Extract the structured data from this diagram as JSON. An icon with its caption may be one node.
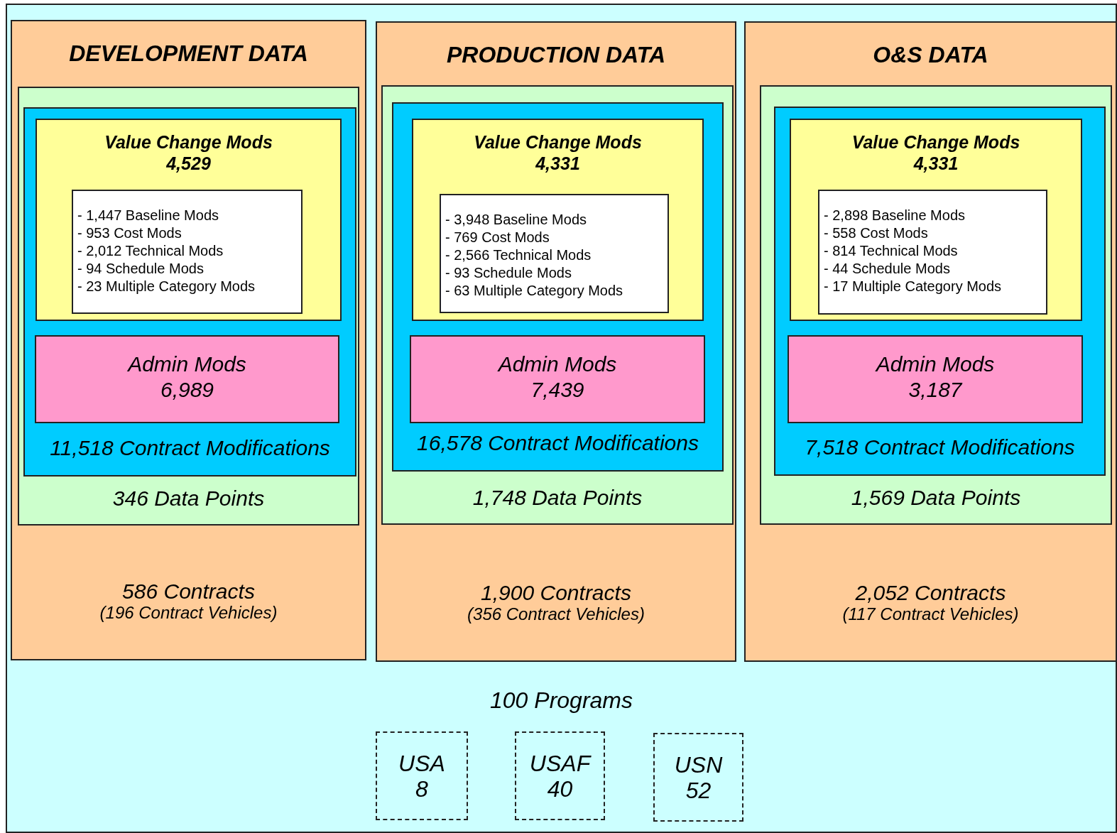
{
  "diagram": {
    "nodes": [
      {
        "text": [
          "100 Programs"
        ]
      },
      {
        "text": [
          "DEVELOPMENT DATA",
          "586 Contracts",
          "(196 Contract Vehicles)"
        ],
        "in": 0
      },
      {
        "text": [
          "346 Data Points"
        ],
        "in": 1
      },
      {
        "text": [
          "11,518 Contract Modifications"
        ],
        "in": 2
      },
      {
        "text": [
          "Value Change Mods",
          "4,529"
        ],
        "in": 3
      },
      {
        "text": [
          "- 1,447 Baseline Mods",
          "- 953 Cost Mods",
          "- 2,012 Technical Mods",
          "- 94 Schedule Mods",
          "- 23 Multiple Category Mods"
        ],
        "in": 4
      },
      {
        "text": [
          "Admin Mods",
          "6,989"
        ],
        "in": 3
      },
      {
        "text": [
          "PRODUCTION DATA",
          "1,900 Contracts",
          "(356 Contract Vehicles)"
        ],
        "in": 0
      },
      {
        "text": [
          "1,748 Data Points"
        ],
        "in": 7
      },
      {
        "text": [
          "16,578 Contract Modifications"
        ],
        "in": 8
      },
      {
        "text": [
          "Value Change Mods",
          "4,331"
        ],
        "in": 9
      },
      {
        "text": [
          "- 3,948 Baseline Mods",
          "- 769 Cost Mods",
          "- 2,566 Technical Mods",
          "- 93 Schedule Mods",
          "- 63 Multiple Category Mods"
        ],
        "in": 10
      },
      {
        "text": [
          "Admin Mods",
          "7,439"
        ],
        "in": 9
      },
      {
        "text": [
          "O&S DATA",
          "2,052 Contracts",
          "(117 Contract Vehicles)"
        ],
        "in": 0
      },
      {
        "text": [
          "1,569 Data Points"
        ],
        "in": 13
      },
      {
        "text": [
          "7,518 Contract Modifications"
        ],
        "in": 14
      },
      {
        "text": [
          "Value Change Mods",
          "4,331"
        ],
        "in": 15
      },
      {
        "text": [
          "- 2,898 Baseline Mods",
          "- 558 Cost Mods",
          "- 814 Technical Mods",
          "- 44 Schedule Mods",
          "- 17 Multiple Category Mods"
        ],
        "in": 16
      },
      {
        "text": [
          "Admin Mods",
          "3,187"
        ],
        "in": 15
      },
      {
        "text": [
          "USA",
          "8"
        ],
        "in": 0
      },
      {
        "text": [
          "USAF",
          "40"
        ],
        "in": 0
      },
      {
        "text": [
          "USN",
          "52"
        ],
        "in": 0
      }
    ]
  }
}
